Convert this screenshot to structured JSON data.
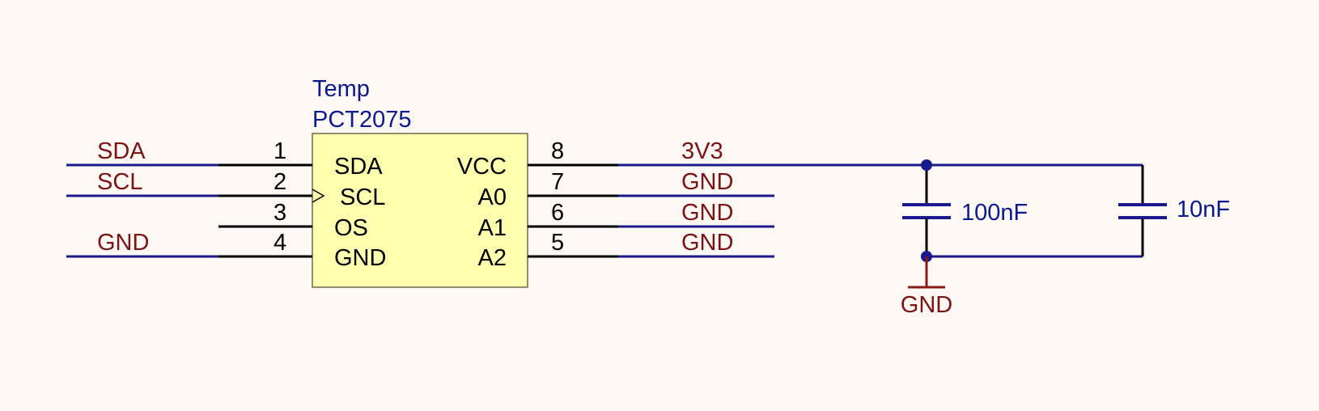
{
  "colors": {
    "background": "#fdf8f4",
    "wire": "#1a1a8c",
    "pin": "#000000",
    "chip_fill": "#ffffb0",
    "net_label": "#7a1414",
    "designator": "#0a1a8c"
  },
  "component": {
    "designator": "Temp",
    "part": "PCT2075",
    "left_pins": [
      {
        "number": "1",
        "name": "SDA"
      },
      {
        "number": "2",
        "name": "SCL"
      },
      {
        "number": "3",
        "name": "OS"
      },
      {
        "number": "4",
        "name": "GND"
      }
    ],
    "right_pins": [
      {
        "number": "8",
        "name": "VCC"
      },
      {
        "number": "7",
        "name": "A0"
      },
      {
        "number": "6",
        "name": "A1"
      },
      {
        "number": "5",
        "name": "A2"
      }
    ]
  },
  "left_nets": {
    "sda": "SDA",
    "scl": "SCL",
    "gnd": "GND"
  },
  "right_nets": {
    "vcc": "3V3",
    "a0": "GND",
    "a1": "GND",
    "a2": "GND"
  },
  "capacitors": {
    "c1_value": "100nF",
    "c2_value": "10nF"
  },
  "ground_symbol_label": "GND"
}
